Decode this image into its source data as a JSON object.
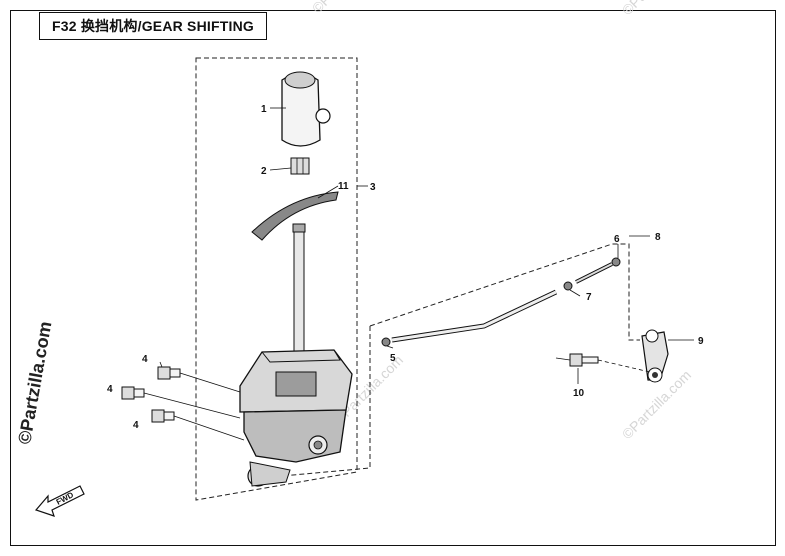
{
  "title": "F32 换挡机构/GEAR SHIFTING",
  "callouts": {
    "c1": "1",
    "c2": "2",
    "c3": "3",
    "c4a": "4",
    "c4b": "4",
    "c4c": "4",
    "c5": "5",
    "c6": "6",
    "c7": "7",
    "c8": "8",
    "c9": "9",
    "c10": "10",
    "c11": "11"
  },
  "watermark": "©Partzilla.com",
  "fwd_label": "FWD"
}
